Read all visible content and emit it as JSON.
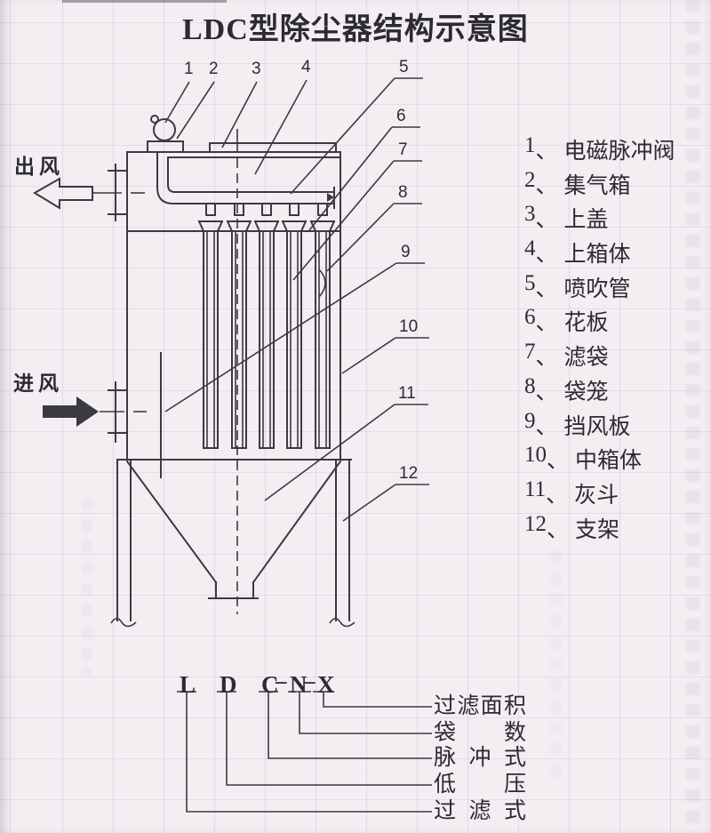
{
  "title": "LDC型除尘器结构示意图",
  "labels": {
    "outlet": "出风",
    "inlet": "进风"
  },
  "legend_sep": "、",
  "parts": [
    {
      "num": "1",
      "name": "电磁脉冲阀"
    },
    {
      "num": "2",
      "name": "集气箱"
    },
    {
      "num": "3",
      "name": "上盖"
    },
    {
      "num": "4",
      "name": "上箱体"
    },
    {
      "num": "5",
      "name": "喷吹管"
    },
    {
      "num": "6",
      "name": "花板"
    },
    {
      "num": "7",
      "name": "滤袋"
    },
    {
      "num": "8",
      "name": "袋笼"
    },
    {
      "num": "9",
      "name": "挡风板"
    },
    {
      "num": "10",
      "name": "中箱体"
    },
    {
      "num": "11",
      "name": "灰斗"
    },
    {
      "num": "12",
      "name": "支架"
    }
  ],
  "model_code": {
    "letters": [
      "L",
      "D",
      "C",
      "N",
      "X"
    ],
    "dash": "–",
    "meanings": [
      {
        "letter": "X",
        "label": "过滤面积"
      },
      {
        "letter": "N",
        "label": "袋数"
      },
      {
        "letter": "C",
        "label": "脉冲式"
      },
      {
        "letter": "D",
        "label": "低压"
      },
      {
        "letter": "L",
        "label": "过滤式"
      }
    ]
  },
  "colors": {
    "paper": "#f4eef3",
    "line": "#3a3a40",
    "ink": "#2b2b31"
  }
}
